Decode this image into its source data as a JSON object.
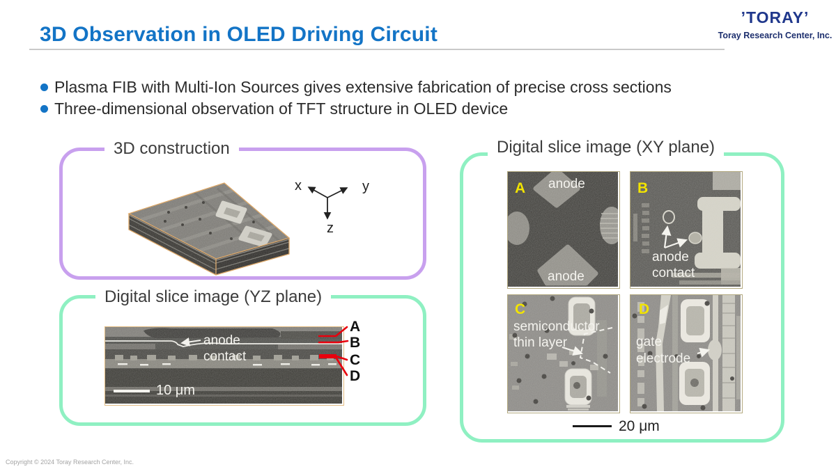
{
  "header": {
    "title": "3D Observation in OLED Driving Circuit",
    "brand": "’TORAY’",
    "brand_subtitle": "Toray Research Center, Inc."
  },
  "bullets": [
    "Plasma FIB with Multi-Ion Sources gives extensive fabrication of precise cross sections",
    "Three-dimensional observation of TFT structure in OLED device"
  ],
  "construction_panel": {
    "title": "3D construction",
    "axis_x": "x",
    "axis_y": "y",
    "axis_z": "z"
  },
  "yz_panel": {
    "title": "Digital slice image (YZ plane)",
    "annotation_line1": "anode",
    "annotation_line2": "contact",
    "scale_label": "10 μm",
    "slice_marks": [
      "A",
      "B",
      "C",
      "D"
    ]
  },
  "xy_panel": {
    "title": "Digital slice image (XY plane)",
    "scale_label": "20 μm",
    "slice_a": {
      "label": "A",
      "annotation_top": "anode",
      "annotation_bottom": "anode"
    },
    "slice_b": {
      "label": "B",
      "annotation_line1": "anode",
      "annotation_line2": "contact"
    },
    "slice_c": {
      "label": "C",
      "annotation_line1": "semiconductor",
      "annotation_line2": "thin layer"
    },
    "slice_d": {
      "label": "D",
      "annotation_line1": "gate",
      "annotation_line2": "electrode"
    }
  },
  "footer": {
    "copyright": "Copyright © 2024 Toray Research Center, Inc."
  },
  "colors": {
    "title_blue": "#1374c6",
    "brand_navy": "#20388c",
    "purple_border": "#c8a0ee",
    "green_border": "#8ff0c2",
    "label_yellow": "#f2e400",
    "annotation_red": "#e8000d",
    "image_frame_orange": "#e3bc82"
  }
}
